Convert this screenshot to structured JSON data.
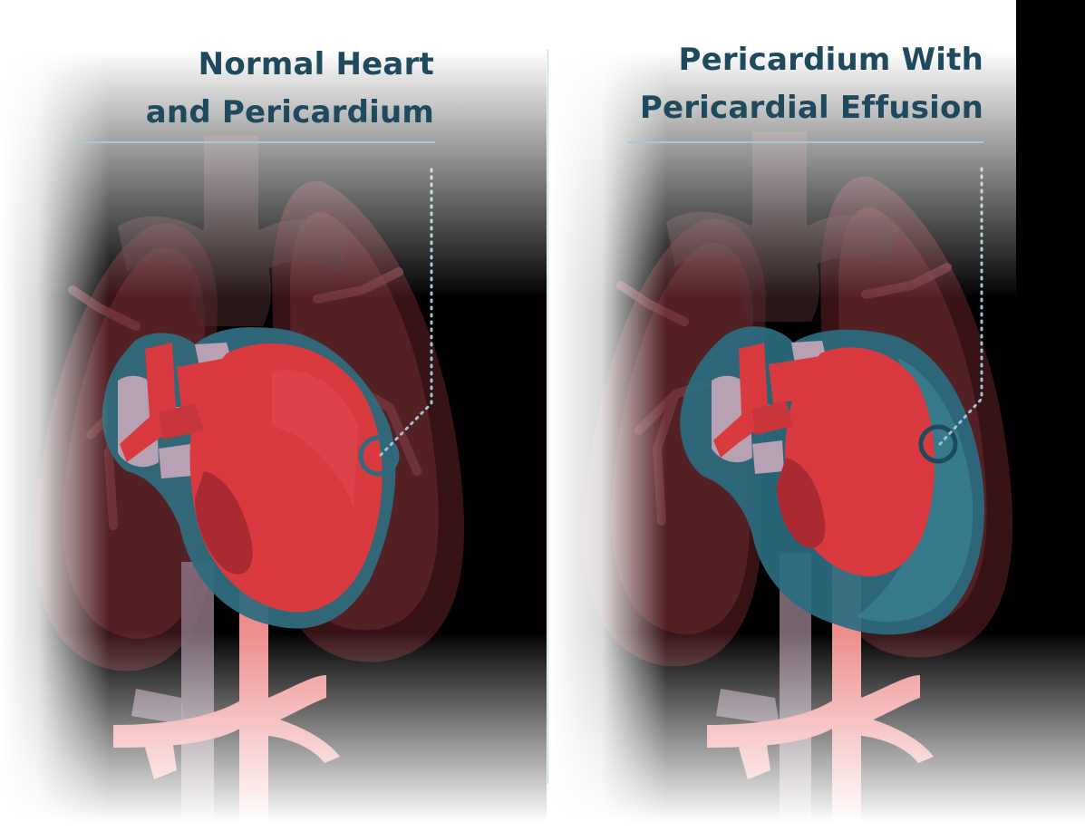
{
  "panels": [
    {
      "id": "normal",
      "title_line1": "Normal Heart",
      "title_line2": "and Pericardium"
    },
    {
      "id": "effusion",
      "title_line1": "Pericardium With",
      "title_line2": "Pericardial Effusion"
    }
  ],
  "colors": {
    "title": "#1f4a5e",
    "heart": "#d93a3f",
    "heart_dark": "#a92a31",
    "pericardium": "#2f6b7c",
    "effusion_fluid": "#2a6d80",
    "vessel_grey": "#b7a1b3",
    "aorta_pink": "#ee8d8d",
    "lungs": "#5a2428",
    "pointer": "#9ec3d2",
    "background_dark": "#000000"
  }
}
